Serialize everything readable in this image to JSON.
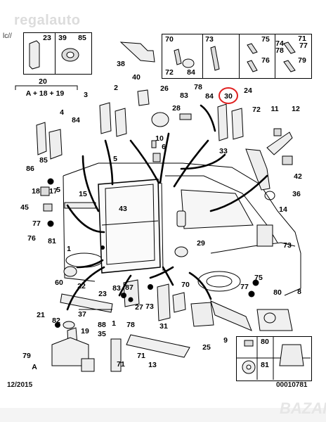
{
  "watermark": "regalauto",
  "corner_text": "lc//",
  "date_code": "12/2015",
  "document_number": "00010781",
  "footer_watermark": "BAZAR",
  "group_labels": {
    "twenty": "20",
    "equation": "A + 18 + 19"
  },
  "highlight": {
    "label": "30",
    "color": "#e02020"
  },
  "part_labels": [
    "23",
    "39",
    "85",
    "70",
    "73",
    "75",
    "71",
    "74",
    "77",
    "78",
    "72",
    "84",
    "76",
    "79",
    "38",
    "40",
    "26",
    "83",
    "78",
    "84",
    "30",
    "24",
    "3",
    "2",
    "28",
    "5",
    "72",
    "11",
    "12",
    "84",
    "33",
    "42",
    "86",
    "85",
    "36",
    "18",
    "17",
    "15",
    "43",
    "14",
    "45",
    "77",
    "76",
    "81",
    "1",
    "29",
    "73",
    "60",
    "22",
    "23",
    "83",
    "87",
    "70",
    "75",
    "77",
    "80",
    "8",
    "27",
    "73",
    "78",
    "21",
    "37",
    "88",
    "82",
    "19",
    "35",
    "31",
    "25",
    "9",
    "79",
    "A",
    "71",
    "13",
    "80",
    "81"
  ],
  "part_labels_extra": [
    "6",
    "10",
    "4",
    "5",
    "1",
    "71"
  ]
}
